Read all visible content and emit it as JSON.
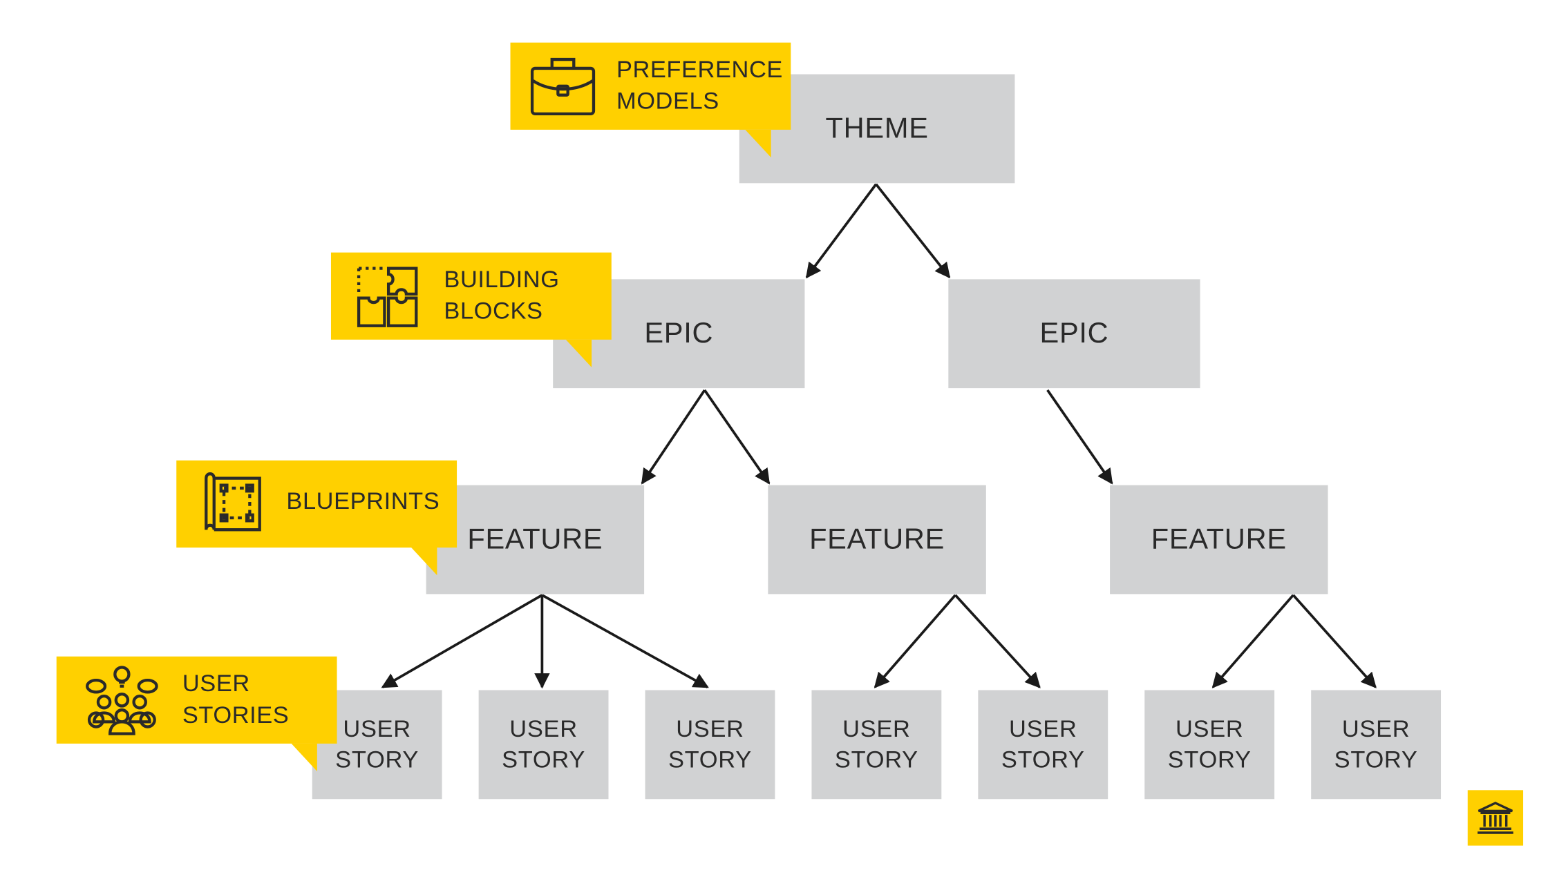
{
  "nodes": {
    "theme": "THEME",
    "epic_1": "EPIC",
    "epic_2": "EPIC",
    "feature_1": "FEATURE",
    "feature_2": "FEATURE",
    "feature_3": "FEATURE",
    "story_1": "USER\nSTORY",
    "story_2": "USER\nSTORY",
    "story_3": "USER\nSTORY",
    "story_4": "USER\nSTORY",
    "story_5": "USER\nSTORY",
    "story_6": "USER\nSTORY",
    "story_7": "USER\nSTORY"
  },
  "callouts": {
    "theme": {
      "text": "PREFERENCE\nMODELS",
      "icon": "briefcase-icon"
    },
    "epic": {
      "text": "BUILDING\nBLOCKS",
      "icon": "puzzle-icon"
    },
    "feature": {
      "text": "BLUEPRINTS",
      "icon": "blueprint-icon"
    },
    "story": {
      "text": "USER\nSTORIES",
      "icon": "people-ideas-icon"
    }
  },
  "corner_button": {
    "icon": "bank-icon"
  },
  "colors": {
    "accent": "#ffd000",
    "box": "#d1d2d3",
    "arrow": "#1a1a1a"
  }
}
